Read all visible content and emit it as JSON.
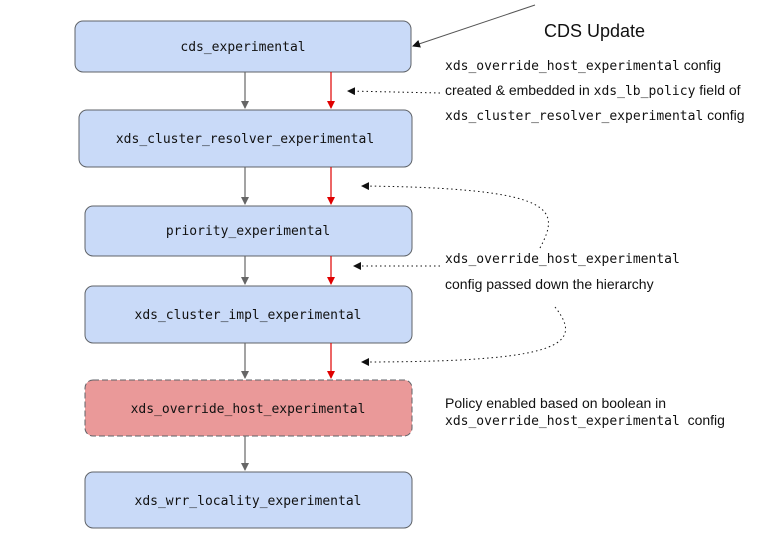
{
  "boxes": [
    {
      "label": "cds_experimental",
      "highlighted": false
    },
    {
      "label": "xds_cluster_resolver_experimental",
      "highlighted": false
    },
    {
      "label": "priority_experimental",
      "highlighted": false
    },
    {
      "label": "xds_cluster_impl_experimental",
      "highlighted": false
    },
    {
      "label": "xds_override_host_experimental",
      "highlighted": true
    },
    {
      "label": "xds_wrr_locality_experimental",
      "highlighted": false
    }
  ],
  "title": "CDS Update",
  "note1": {
    "line1_code": "xds_override_host_experimental",
    "line1_text": " config",
    "line2_text_a": "created & embedded in ",
    "line2_code": "xds_lb_policy",
    "line2_text_b": " field of",
    "line3_code": "xds_cluster_resolver_experimental",
    "line3_text": " config"
  },
  "note2": {
    "line1_code": "xds_override_host_experimental",
    "line2_text": "config passed down the hierarchy"
  },
  "note3": {
    "line1_text": "Policy enabled based on boolean in",
    "line2_code": "xds_override_host_experimental",
    "line2_text": "  config"
  },
  "colors": {
    "box_fill": "#c9daf8",
    "box_stroke": "#5f6368",
    "highlight_fill": "#ea9999",
    "gray_arrow": "#666666",
    "red_arrow": "#e00000"
  }
}
